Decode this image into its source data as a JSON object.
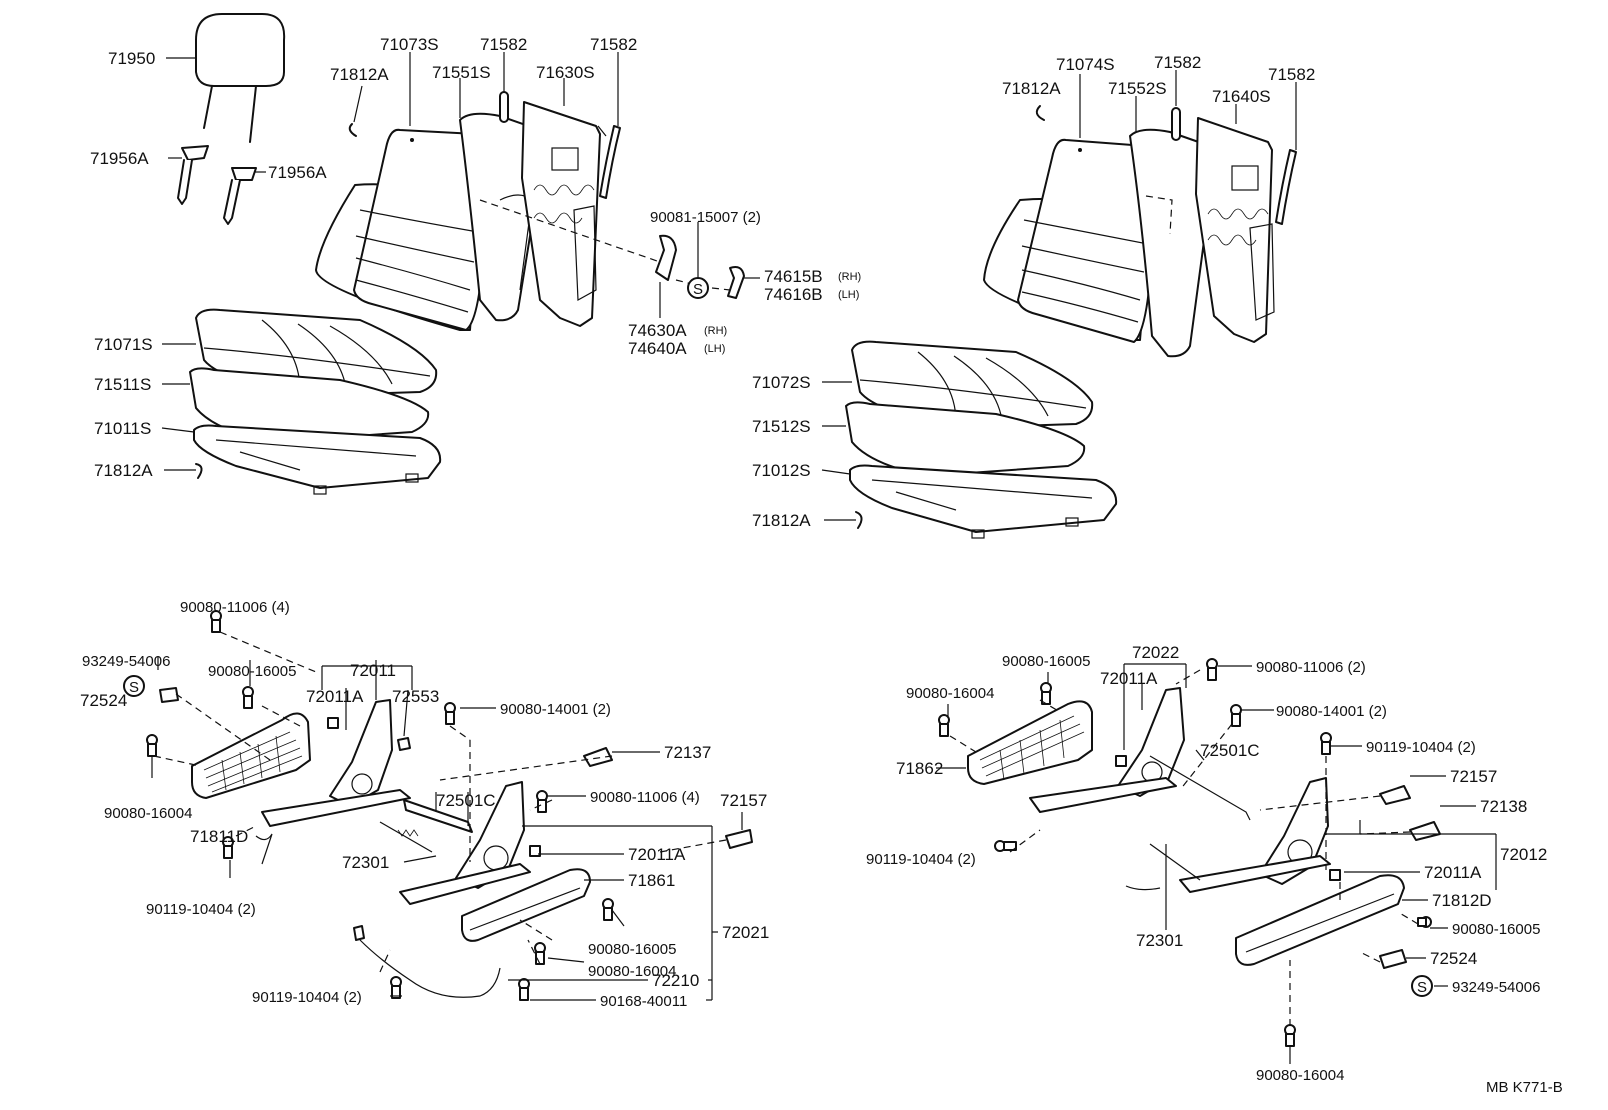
{
  "callouts": {
    "headrest": "71950",
    "headrest_support_a": "71956A",
    "headrest_support_b": "71956A",
    "rh_back_cover": "71073S",
    "rh_back_cover_clip": "71812A",
    "rh_back_pad": "71551S",
    "rh_back_rod_a": "71582",
    "rh_back_frame": "71630S",
    "rh_back_rod_b": "71582",
    "screw_90081": "90081-15007 (2)",
    "knob_74615b": "74615B",
    "knob_74615b_side": "(RH)",
    "knob_74616b": "74616B",
    "knob_74616b_side": "(LH)",
    "lever_74630a": "74630A",
    "lever_74630a_side": "(RH)",
    "lever_74640a": "74640A",
    "lever_74640a_side": "(LH)",
    "rh_cushion_cover": "71071S",
    "rh_cushion_pad": "71511S",
    "rh_cushion_frame": "71011S",
    "rh_cushion_clip": "71812A",
    "lh_back_clip": "71812A",
    "lh_back_cover": "71074S",
    "lh_back_pad": "71552S",
    "lh_back_rod_a": "71582",
    "lh_back_frame": "71640S",
    "lh_back_rod_b": "71582",
    "lh_cushion_cover": "71072S",
    "lh_cushion_pad": "71512S",
    "lh_cushion_frame": "71012S",
    "lh_cushion_clip": "71812A",
    "l_bolt_90080_11006": "90080-11006 (4)",
    "l_nut_93249": "93249-54006",
    "l_bolt_90080_16005": "90080-16005",
    "l_adjuster_72011": "72011",
    "l_adjuster_72011a": "72011A",
    "l_cover_72553": "72553",
    "l_cover_72524": "72524",
    "l_bolt_90080_14001": "90080-14001 (2)",
    "l_bolt_90080_16004": "90080-16004",
    "l_shield_71811d": "71811D",
    "l_rod_72501c": "72501C",
    "l_cover_72137": "72137",
    "l_bolt_90080_11006b": "90080-11006 (4)",
    "l_cover_72157": "72157",
    "l_spring_72301": "72301",
    "l_adjuster_72011a_b": "72011A",
    "l_shield_71861": "71861",
    "l_adjuster_72021": "72021",
    "l_bolt_90119_a": "90119-10404 (2)",
    "l_bolt_90080_16005b": "90080-16005",
    "l_bolt_90080_16004b": "90080-16004",
    "l_cable_72210": "72210",
    "l_bolt_90119_b": "90119-10404 (2)",
    "l_bolt_90168": "90168-40011",
    "r_bolt_90080_16005": "90080-16005",
    "r_adjuster_72022": "72022",
    "r_bolt_90080_11006": "90080-11006 (2)",
    "r_adjuster_72011a": "72011A",
    "r_bolt_90080_16004": "90080-16004",
    "r_bolt_90080_14001": "90080-14001 (2)",
    "r_bolt_90119_a": "90119-10404 (2)",
    "r_shield_71862": "71862",
    "r_rod_72501c": "72501C",
    "r_cover_72157": "72157",
    "r_cover_72138": "72138",
    "r_bolt_90119_b": "90119-10404 (2)",
    "r_adjuster_72012": "72012",
    "r_adjuster_72011a_b": "72011A",
    "r_shield_71812d": "71812D",
    "r_spring_72301": "72301",
    "r_bolt_90080_16005b": "90080-16005",
    "r_cover_72524": "72524",
    "r_nut_93249": "93249-54006",
    "r_bolt_90080_16004b": "90080-16004",
    "s_mark": "S",
    "ref_code": "MB  K771-B"
  }
}
